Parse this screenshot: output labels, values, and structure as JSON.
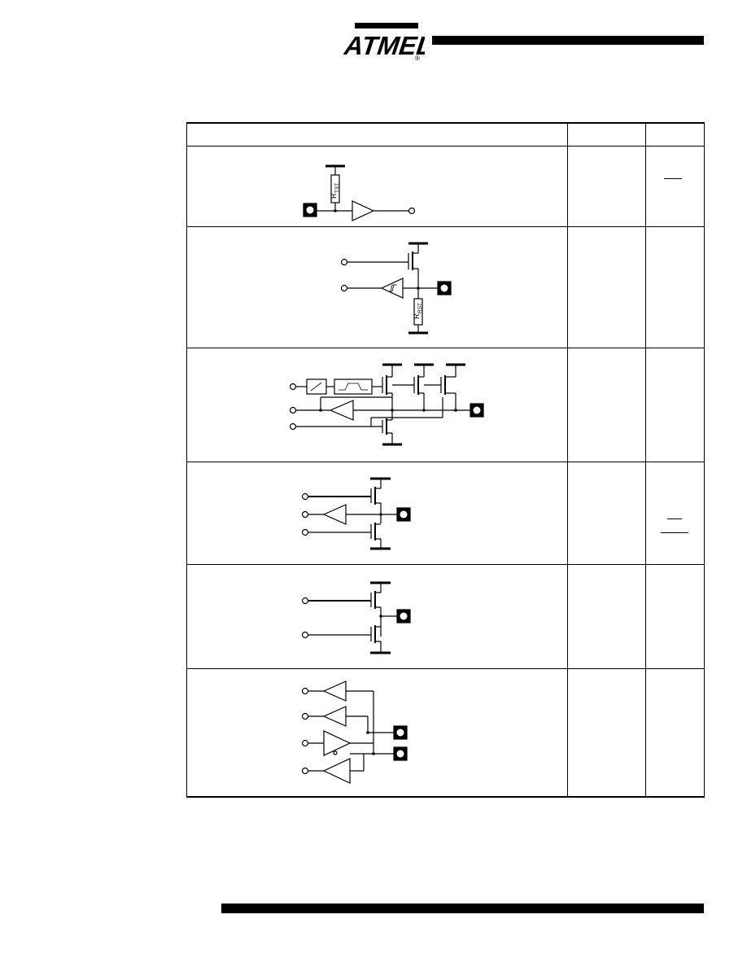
{
  "header": {
    "logo_text": "ATMEL",
    "logo_icon": "atmel-logo"
  },
  "table": {
    "columns": [
      "",
      "",
      ""
    ],
    "rows": [
      {
        "schematic": "reset-input-schematic",
        "resistor_label": "R",
        "resistor_subscript": "TST",
        "col2": "",
        "col3": ""
      },
      {
        "schematic": "open-drain-io-schematic",
        "resistor_label": "R",
        "resistor_subscript": "RST",
        "col2": "",
        "col3": ""
      },
      {
        "schematic": "slew-rate-output-schematic",
        "col2": "",
        "col3": ""
      },
      {
        "schematic": "push-pull-io-schematic",
        "col2": "",
        "col3": ""
      },
      {
        "schematic": "push-pull-output-schematic",
        "col2": "",
        "col3": ""
      },
      {
        "schematic": "differential-buffer-schematic",
        "col2": "",
        "col3": ""
      }
    ]
  }
}
